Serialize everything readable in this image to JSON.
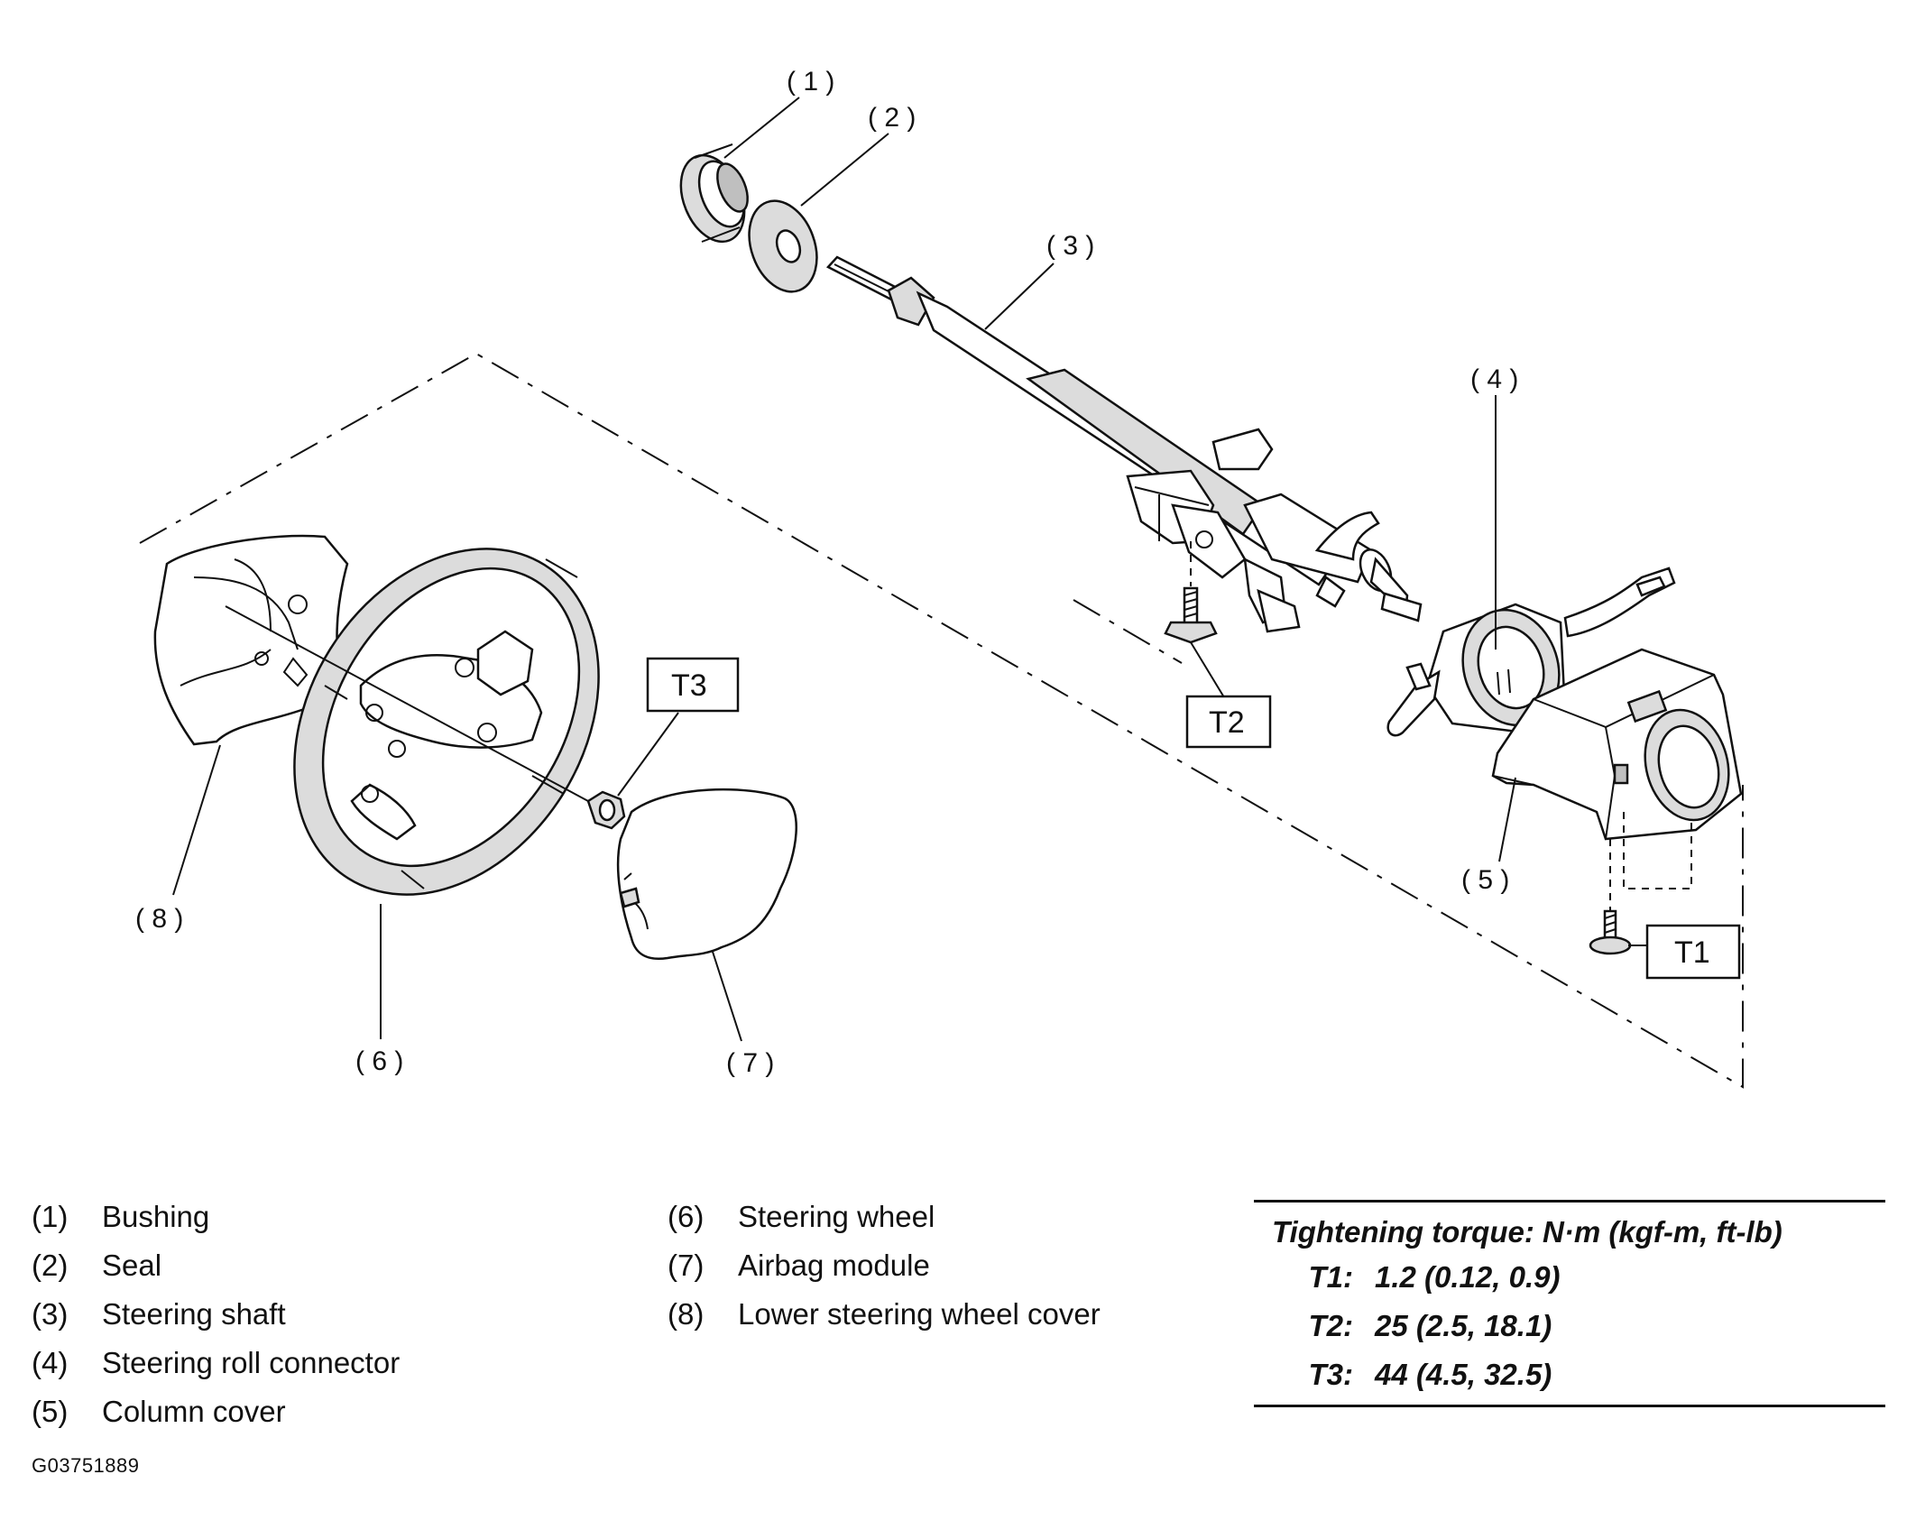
{
  "callouts": {
    "c1": "( 1 )",
    "c2": "( 2 )",
    "c3": "( 3 )",
    "c4": "( 4 )",
    "c5": "( 5 )",
    "c6": "( 6 )",
    "c7": "( 7 )",
    "c8": "( 8 )"
  },
  "torque_boxes": {
    "t1": "T1",
    "t2": "T2",
    "t3": "T3"
  },
  "legend": {
    "items": [
      {
        "num": "(1)",
        "label": "Bushing"
      },
      {
        "num": "(2)",
        "label": "Seal"
      },
      {
        "num": "(3)",
        "label": "Steering shaft"
      },
      {
        "num": "(4)",
        "label": "Steering roll connector"
      },
      {
        "num": "(5)",
        "label": "Column cover"
      },
      {
        "num": "(6)",
        "label": "Steering wheel"
      },
      {
        "num": "(7)",
        "label": "Airbag module"
      },
      {
        "num": "(8)",
        "label": "Lower steering wheel cover"
      }
    ]
  },
  "torque_table": {
    "title": "Tightening torque: N·m (kgf-m, ft-lb)",
    "rows": [
      {
        "key": "T1:",
        "value": "1.2 (0.12, 0.9)"
      },
      {
        "key": "T2:",
        "value": "25 (2.5, 18.1)"
      },
      {
        "key": "T3:",
        "value": "44 (4.5, 32.5)"
      }
    ]
  },
  "figure_code": "G03751889"
}
